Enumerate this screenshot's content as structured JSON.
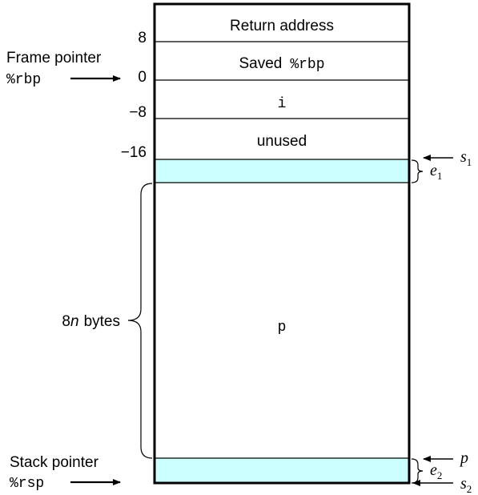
{
  "frame": {
    "slots": {
      "return_address": "Return address",
      "saved_prefix": "Saved",
      "saved_reg": "%rbp",
      "local_i": "i",
      "unused": "unused",
      "array_p": "p"
    },
    "offsets": {
      "plus8": "8",
      "zero": "0",
      "minus8": "−8",
      "minus16": "−16"
    }
  },
  "left_labels": {
    "frame_pointer": "Frame pointer",
    "frame_reg": "%rbp",
    "size_n": "8",
    "size_n_var": "n",
    "size_bytes": "bytes",
    "stack_pointer": "Stack pointer",
    "stack_reg": "%rsp"
  },
  "right_labels": {
    "s1_base": "s",
    "s1_sub": "1",
    "e1_base": "e",
    "e1_sub": "1",
    "p": "p",
    "e2_base": "e",
    "e2_sub": "2",
    "s2_base": "s",
    "s2_sub": "2"
  },
  "colors": {
    "padding_fill": "#ccffff",
    "outline": "#000000"
  }
}
